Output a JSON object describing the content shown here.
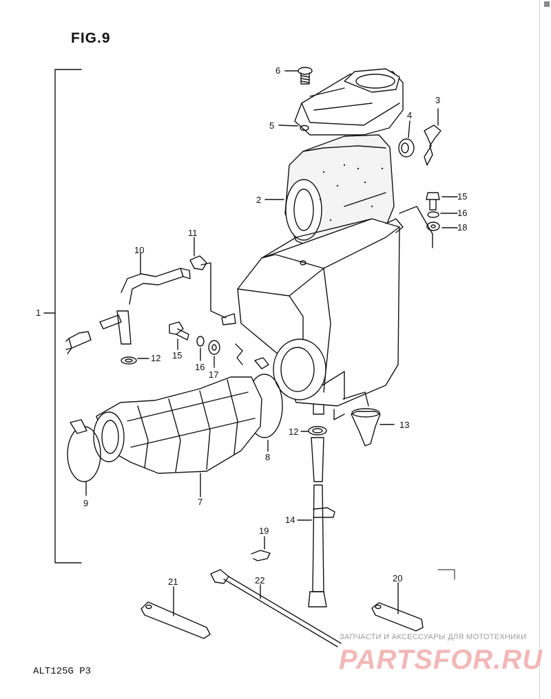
{
  "figure": {
    "title": "FIG.9",
    "model_code": "ALT125G P3"
  },
  "callouts": [
    "1",
    "2",
    "3",
    "4",
    "5",
    "6",
    "7",
    "8",
    "9",
    "10",
    "11",
    "12",
    "12",
    "13",
    "14",
    "15",
    "15",
    "16",
    "16",
    "17",
    "18",
    "19",
    "20",
    "21",
    "22"
  ],
  "watermark": {
    "tagline": "ЗАПЧАСТИ И АКСЕССУАРЫ ДЛЯ МОТОТЕХНИКИ",
    "logo": "PARTSFOR.RU"
  }
}
